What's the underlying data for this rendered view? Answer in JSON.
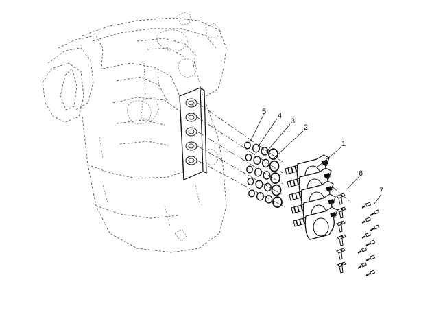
{
  "diagram": {
    "callouts": [
      {
        "id": "callout-1",
        "label": "1"
      },
      {
        "id": "callout-2",
        "label": "2"
      },
      {
        "id": "callout-3",
        "label": "3"
      },
      {
        "id": "callout-4",
        "label": "4"
      },
      {
        "id": "callout-5",
        "label": "5"
      },
      {
        "id": "callout-6",
        "label": "6"
      },
      {
        "id": "callout-7",
        "label": "7"
      }
    ],
    "parts": {
      "solenoid_count": 5,
      "seal_rows": 5,
      "seal_columns": 4,
      "bracket_count": 6,
      "bolt_count": 10
    },
    "colors": {
      "line": "#111111",
      "ghost_line": "#555555",
      "background": "#ffffff"
    }
  }
}
